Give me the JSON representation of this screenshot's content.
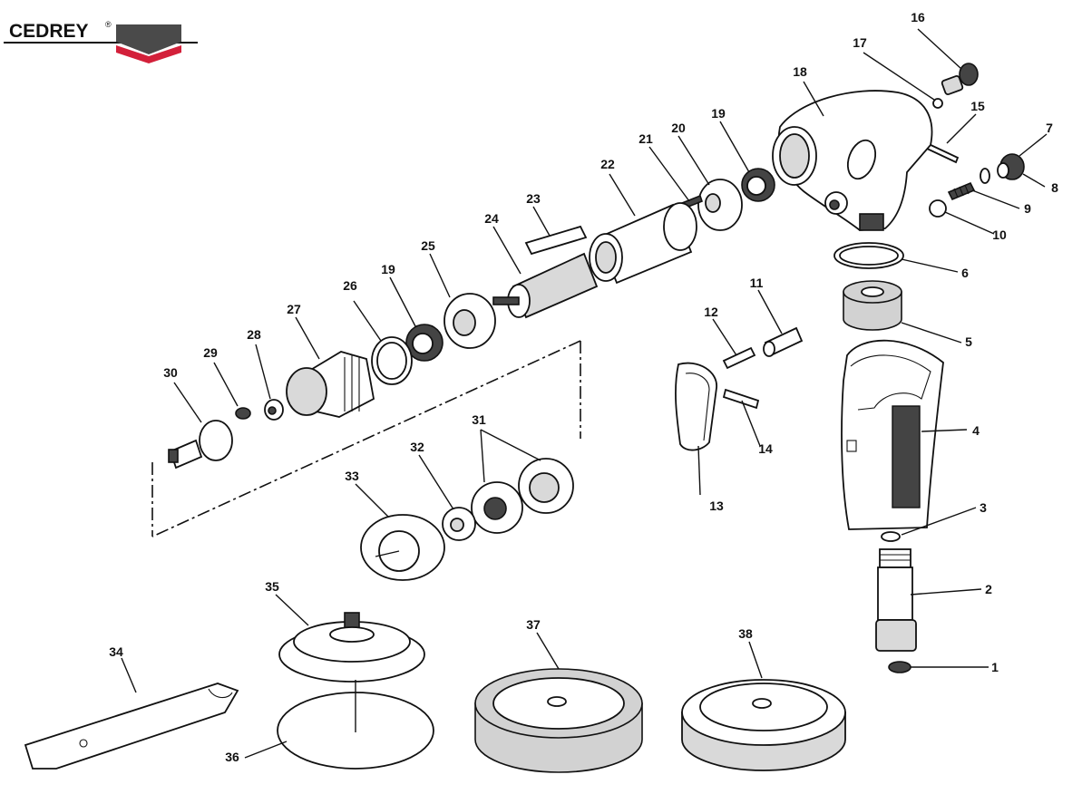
{
  "brand": {
    "name": "CEDREY",
    "mark": "®"
  },
  "part_numbers": [
    "1",
    "2",
    "3",
    "4",
    "5",
    "6",
    "7",
    "8",
    "9",
    "10",
    "11",
    "12",
    "13",
    "14",
    "15",
    "16",
    "17",
    "18",
    "19",
    "19",
    "20",
    "21",
    "22",
    "23",
    "24",
    "25",
    "26",
    "27",
    "28",
    "29",
    "30",
    "31",
    "32",
    "33",
    "34",
    "35",
    "36",
    "37",
    "38"
  ]
}
